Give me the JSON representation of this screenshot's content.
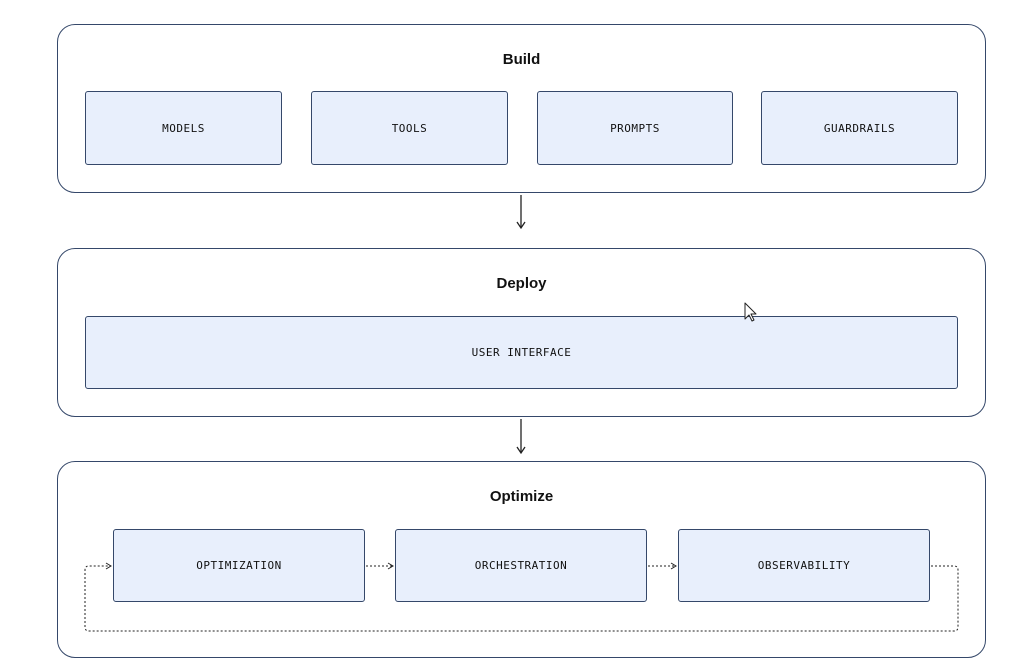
{
  "stages": {
    "build": {
      "title": "Build",
      "items": [
        "MODELS",
        "TOOLS",
        "PROMPTS",
        "GUARDRAILS"
      ]
    },
    "deploy": {
      "title": "Deploy",
      "items": [
        "USER INTERFACE"
      ]
    },
    "optimize": {
      "title": "Optimize",
      "items": [
        "OPTIMIZATION",
        "ORCHESTRATION",
        "OBSERVABILITY"
      ]
    }
  },
  "colors": {
    "box_fill": "#e8effc",
    "border": "#35486a",
    "arrow": "#222222"
  },
  "icons": {
    "cursor": "mouse-pointer-icon"
  }
}
